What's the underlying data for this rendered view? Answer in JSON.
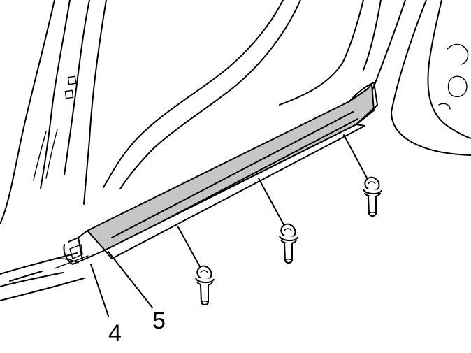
{
  "callouts": [
    {
      "id": "4",
      "label": "4"
    },
    {
      "id": "5",
      "label": "5"
    }
  ],
  "colors": {
    "line": "#000000",
    "panel_fill": "#c6c6c6",
    "background": "#ffffff"
  },
  "icons": {
    "clip": "push-clip-fastener-icon"
  }
}
